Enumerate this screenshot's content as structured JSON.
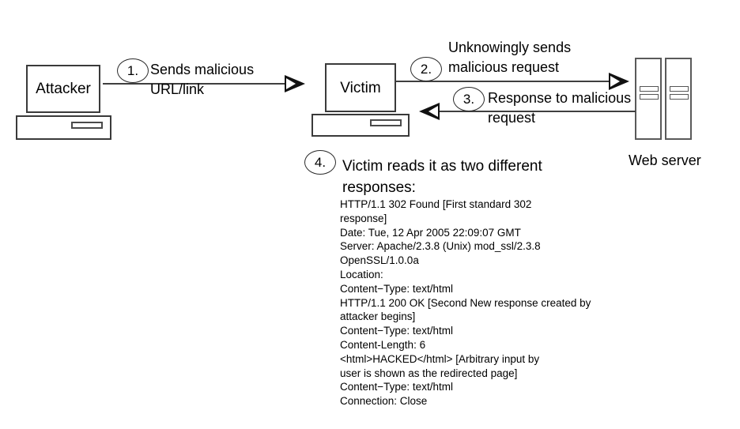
{
  "diagram": {
    "title": "HTTP Response Splitting attack flow",
    "nodes": {
      "attacker": {
        "label": "Attacker",
        "icon": "desktop-computer-icon"
      },
      "victim": {
        "label": "Victim",
        "icon": "desktop-computer-icon"
      },
      "web_server": {
        "label": "Web server",
        "icon": "server-rack-icon"
      }
    },
    "steps": [
      {
        "number": "1.",
        "label": "Sends malicious\nURL/link",
        "from": "attacker",
        "to": "victim",
        "direction": "right"
      },
      {
        "number": "2.",
        "label": "Unknowingly sends\nmalicious request",
        "from": "victim",
        "to": "web_server",
        "direction": "right"
      },
      {
        "number": "3.",
        "label": "Response to malicious\nrequest",
        "from": "web_server",
        "to": "victim",
        "direction": "left"
      },
      {
        "number": "4.",
        "label": "Victim reads it as two different\nresponses:",
        "from": "victim",
        "to": "victim",
        "direction": "none"
      }
    ],
    "response_lines": [
      "HTTP/1.1 302  Found [First standard 302",
      "response]",
      "Date: Tue, 12  Apr 2005  22:09:07  GMT",
      "Server: Apache/2.3.8 (Unix) mod_ssl/2.3.8",
      "OpenSSL/1.0.0a",
      "Location:",
      "Content−Type: text/html",
      "HTTP/1.1 200  OK [Second New response created by",
      "attacker begins]",
      "Content−Type: text/html",
      "Content-Length: 6",
      "<html>HACKED</html> [Arbitrary input by",
      "user is shown as the redirected page]",
      "Content−Type: text/html",
      "Connection: Close"
    ],
    "colors": {
      "background": "#ffffff",
      "stroke": "#3a3a3a",
      "arrow_fill": "#111111",
      "text": "#000000"
    }
  }
}
